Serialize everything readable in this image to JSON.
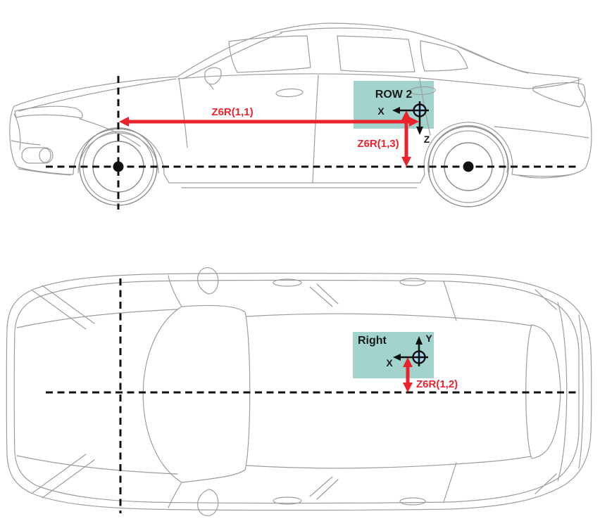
{
  "side_view": {
    "zone_label": "ROW 2",
    "axis_x_label": "X",
    "axis_z_label": "Z",
    "dim_longitudinal_label": "Z6R(1,1)",
    "dim_vertical_label": "Z6R(1,3)"
  },
  "top_view": {
    "zone_label": "Right",
    "axis_x_label": "X",
    "axis_y_label": "Y",
    "dim_lateral_label": "Z6R(1,2)"
  },
  "colors": {
    "zone_fill": "#a2d4cd",
    "dimension_red": "#e9222c",
    "origin_fill": "#a9d7f2",
    "centerline": "#111111",
    "car_line": "#9d9d9d",
    "car_line_dark": "#8b8b8b"
  }
}
